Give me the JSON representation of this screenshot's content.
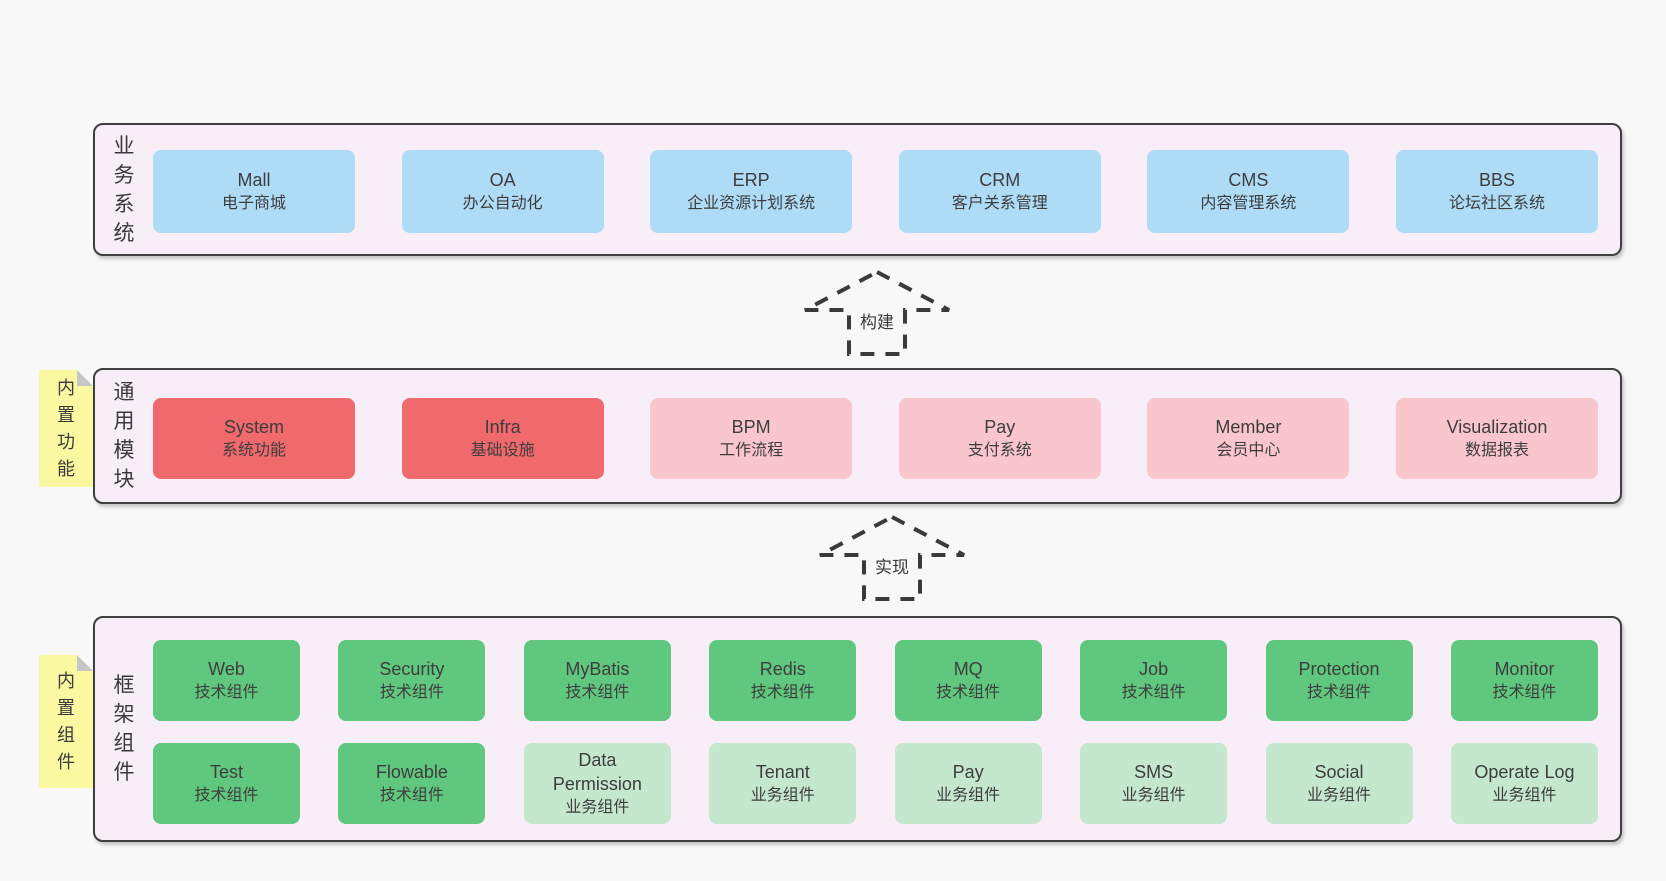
{
  "colors": {
    "page_bg": "#f8f8f8",
    "container_bg": "#f8eef7",
    "container_border": "#3f3f3f",
    "blue_box": "#aedcf7",
    "red_box": "#f0696c",
    "pink_box": "#fac6ce",
    "green_box": "#60c77e",
    "light_green_box": "#c5e7ce",
    "sticky_yellow": "#fbf8a2",
    "text": "#3d3d3d"
  },
  "layer1": {
    "label": "业务系统",
    "boxes": [
      {
        "title": "Mall",
        "subtitle": "电子商城"
      },
      {
        "title": "OA",
        "subtitle": "办公自动化"
      },
      {
        "title": "ERP",
        "subtitle": "企业资源计划系统"
      },
      {
        "title": "CRM",
        "subtitle": "客户关系管理"
      },
      {
        "title": "CMS",
        "subtitle": "内容管理系统"
      },
      {
        "title": "BBS",
        "subtitle": "论坛社区系统"
      }
    ]
  },
  "arrow1": {
    "label": "构建"
  },
  "layer2": {
    "label": "通用模块",
    "sticky": "内置功能",
    "boxes": [
      {
        "title": "System",
        "subtitle": "系统功能"
      },
      {
        "title": "Infra",
        "subtitle": "基础设施"
      },
      {
        "title": "BPM",
        "subtitle": "工作流程"
      },
      {
        "title": "Pay",
        "subtitle": "支付系统"
      },
      {
        "title": "Member",
        "subtitle": "会员中心"
      },
      {
        "title": "Visualization",
        "subtitle": "数据报表"
      }
    ]
  },
  "arrow2": {
    "label": "实现"
  },
  "layer3": {
    "label": "框架组件",
    "sticky": "内置组件",
    "row1": [
      {
        "title": "Web",
        "subtitle": "技术组件"
      },
      {
        "title": "Security",
        "subtitle": "技术组件"
      },
      {
        "title": "MyBatis",
        "subtitle": "技术组件"
      },
      {
        "title": "Redis",
        "subtitle": "技术组件"
      },
      {
        "title": "MQ",
        "subtitle": "技术组件"
      },
      {
        "title": "Job",
        "subtitle": "技术组件"
      },
      {
        "title": "Protection",
        "subtitle": "技术组件"
      },
      {
        "title": "Monitor",
        "subtitle": "技术组件"
      }
    ],
    "row2": [
      {
        "title": "Test",
        "subtitle": "技术组件"
      },
      {
        "title": "Flowable",
        "subtitle": "技术组件"
      },
      {
        "title": "Data Permission",
        "subtitle": "业务组件"
      },
      {
        "title": "Tenant",
        "subtitle": "业务组件"
      },
      {
        "title": "Pay",
        "subtitle": "业务组件"
      },
      {
        "title": "SMS",
        "subtitle": "业务组件"
      },
      {
        "title": "Social",
        "subtitle": "业务组件"
      },
      {
        "title": "Operate Log",
        "subtitle": "业务组件"
      }
    ]
  }
}
